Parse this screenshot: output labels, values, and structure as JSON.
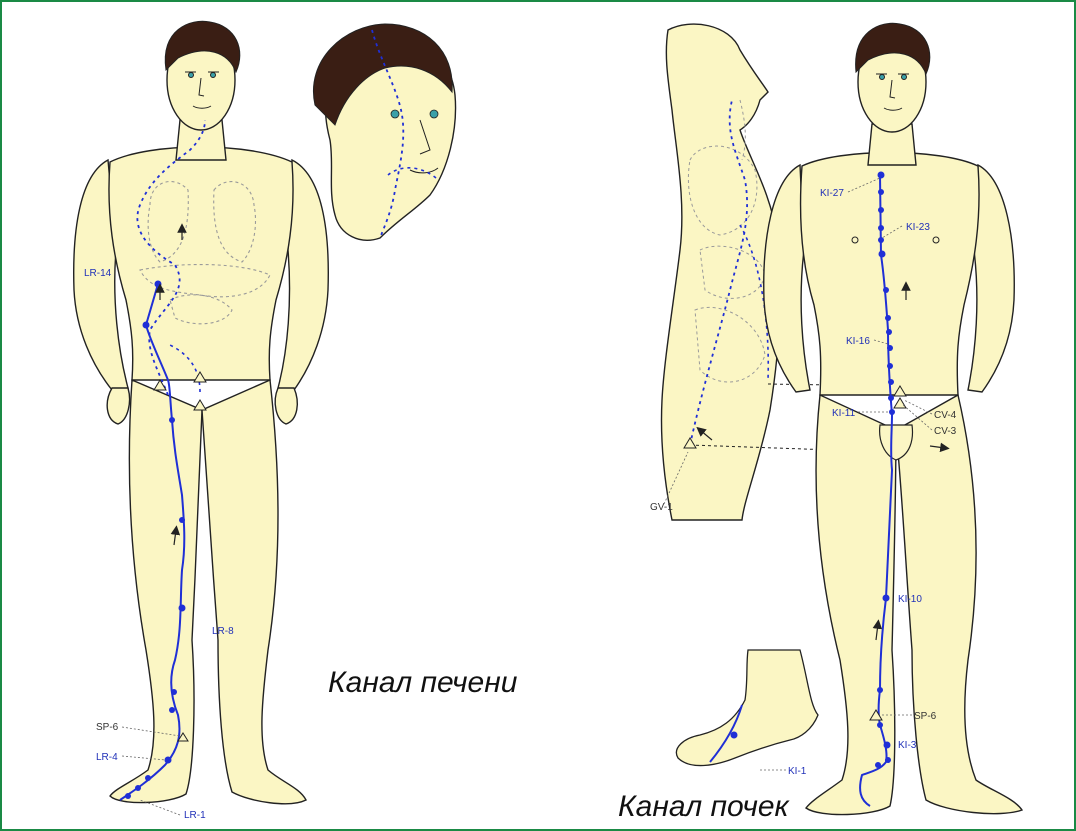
{
  "captions": {
    "liver": "Канал печени",
    "kidney": "Канал почек"
  },
  "liver_points": {
    "lr14": "LR-14",
    "lr8": "LR-8",
    "sp6": "SP-6",
    "lr4": "LR-4",
    "lr1": "LR-1"
  },
  "kidney_points": {
    "ki27": "KI-27",
    "ki23": "KI-23",
    "ki16": "KI-16",
    "ki11": "KI-11",
    "cv4": "CV-4",
    "cv3": "CV-3",
    "gv1": "GV-1",
    "ki10": "KI-10",
    "sp6": "SP-6",
    "ki3": "KI-3",
    "ki1": "KI-1"
  },
  "colors": {
    "frame": "#1a8a45",
    "skin": "#fbf6c4",
    "outline": "#222222",
    "hair": "#3a1e14",
    "meridian": "#1f2fd6",
    "label_blue": "#2030b8",
    "label_gray": "#333333",
    "organ_dash": "#9a9a9a"
  }
}
